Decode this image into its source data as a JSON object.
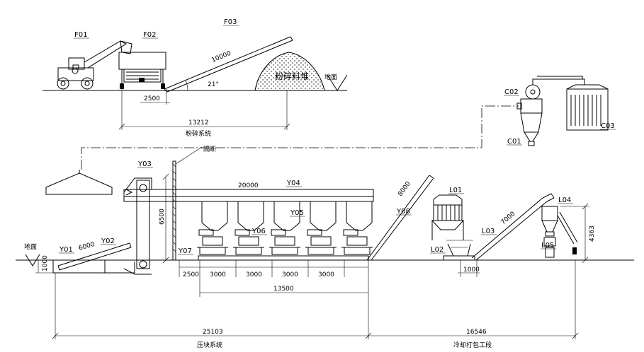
{
  "labels": {
    "F01": "F01",
    "F02": "F02",
    "F03": "F03",
    "C01": "C01",
    "C02": "C02",
    "C03": "C03",
    "Y01": "Y01",
    "Y02": "Y02",
    "Y03": "Y03",
    "Y04": "Y04",
    "Y05": "Y05",
    "Y06": "Y06",
    "Y07": "Y07",
    "Y08": "Y08",
    "L01": "L01",
    "L02": "L02",
    "L03": "L03",
    "L04": "L04",
    "L05": "L05"
  },
  "text": {
    "pile": "粉碎料堆",
    "ground_top": "地面",
    "ground_left": "地面",
    "partition": "隔断",
    "crush_system": "粉碎系统",
    "press_system": "压块系统",
    "pack_section": "冷却打包工段",
    "angle": "21°"
  },
  "dims": {
    "conveyor_f03": "10000",
    "f02_width": "2500",
    "crush_total": "13212",
    "y04_length": "20000",
    "y03_height": "6500",
    "y02_length": "6000",
    "pit_depth": "1000",
    "first_bay": "2500",
    "bay1": "3000",
    "bay2": "3000",
    "bay3": "3000",
    "bay4": "3000",
    "press_span": "13500",
    "y08_length": "8000",
    "l03_length": "7000",
    "l04_height": "4363",
    "l02_offset": "1000",
    "press_total": "25103",
    "pack_total": "16546"
  }
}
